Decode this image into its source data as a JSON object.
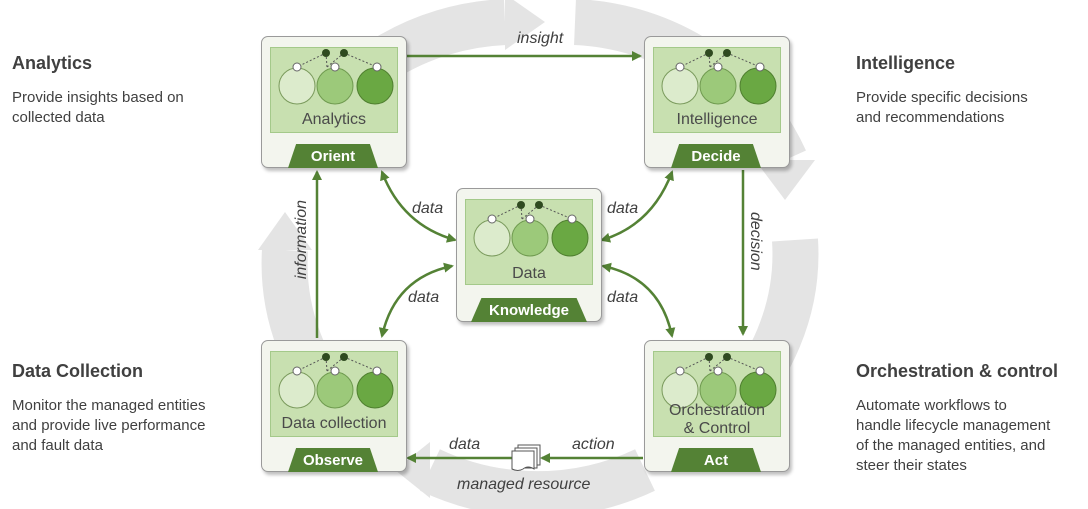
{
  "corners": {
    "analytics": {
      "title": "Analytics",
      "desc_line1": "Provide insights based on",
      "desc_line2": "collected data"
    },
    "intelligence": {
      "title": "Intelligence",
      "desc_line1": "Provide specific decisions",
      "desc_line2": "and recommendations"
    },
    "data_collection": {
      "title": "Data Collection",
      "desc_line1": "Monitor the managed entities",
      "desc_line2": "and provide live performance",
      "desc_line3": "and fault data"
    },
    "orchestration": {
      "title": "Orchestration & control",
      "desc_line1": "Automate  workflows to",
      "desc_line2": "handle lifecycle management",
      "desc_line3": "of the managed entities, and",
      "desc_line4": "steer their states"
    }
  },
  "boxes": {
    "orient": {
      "label": "Analytics",
      "tab": "Orient"
    },
    "decide": {
      "label": "Intelligence",
      "tab": "Decide"
    },
    "knowledge": {
      "label": "Data",
      "tab": "Knowledge"
    },
    "observe": {
      "label": "Data collection",
      "tab": "Observe"
    },
    "act": {
      "label_line1": "Orchestration",
      "label_line2": "& Control",
      "tab": "Act"
    }
  },
  "flows": {
    "insight": "insight",
    "decision": "decision",
    "information": "information",
    "action": "action",
    "data_bottom": "data",
    "managed_resource": "managed resource",
    "data_top_left": "data",
    "data_top_right": "data",
    "data_bottom_left": "data",
    "data_bottom_right": "data"
  },
  "colors": {
    "accent": "#548235",
    "light_green": "#c8e0b0",
    "cycle_grey": "#e6e6e6"
  }
}
